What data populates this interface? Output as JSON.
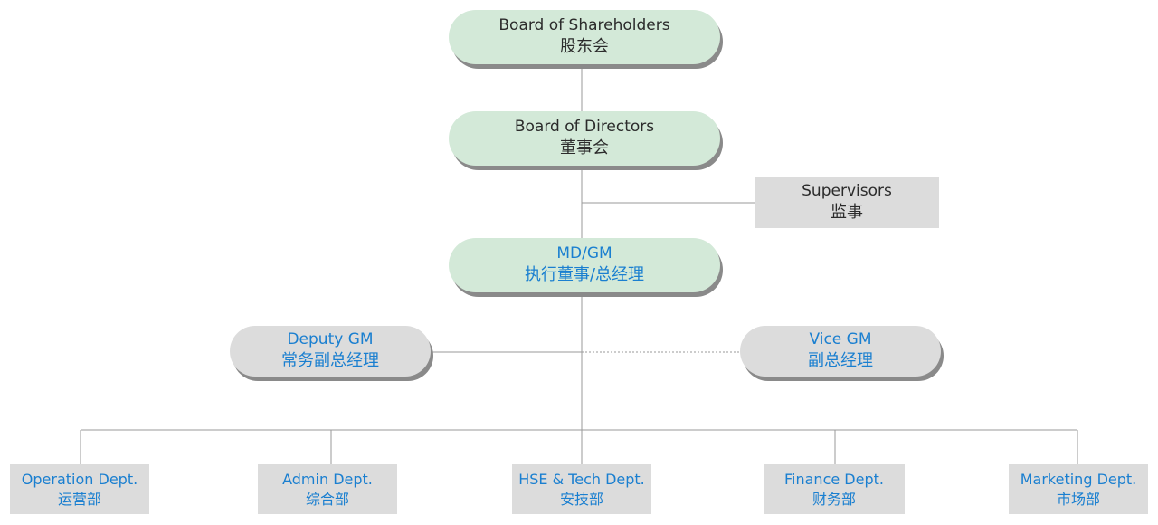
{
  "colors": {
    "green_box": "#d3e9d8",
    "grey_box": "#dcdcdc",
    "blue_text": "#1a7fd0",
    "dark_text": "#2b2b2b",
    "line": "#9a9a9a"
  },
  "nodes": {
    "shareholders": {
      "en": "Board of Shareholders",
      "zh": "股东会"
    },
    "directors": {
      "en": "Board of Directors",
      "zh": "董事会"
    },
    "supervisors": {
      "en": "Supervisors",
      "zh": "监事"
    },
    "mdgm": {
      "en": "MD/GM",
      "zh": "执行董事/总经理"
    },
    "deputy": {
      "en": "Deputy GM",
      "zh": "常务副总经理"
    },
    "vice": {
      "en": "Vice GM",
      "zh": "副总经理"
    }
  },
  "departments": [
    {
      "en": "Operation Dept.",
      "zh": "运营部"
    },
    {
      "en": "Admin Dept.",
      "zh": "综合部"
    },
    {
      "en": "HSE & Tech Dept.",
      "zh": "安技部"
    },
    {
      "en": "Finance Dept.",
      "zh": "财务部"
    },
    {
      "en": "Marketing Dept.",
      "zh": "市场部"
    }
  ]
}
